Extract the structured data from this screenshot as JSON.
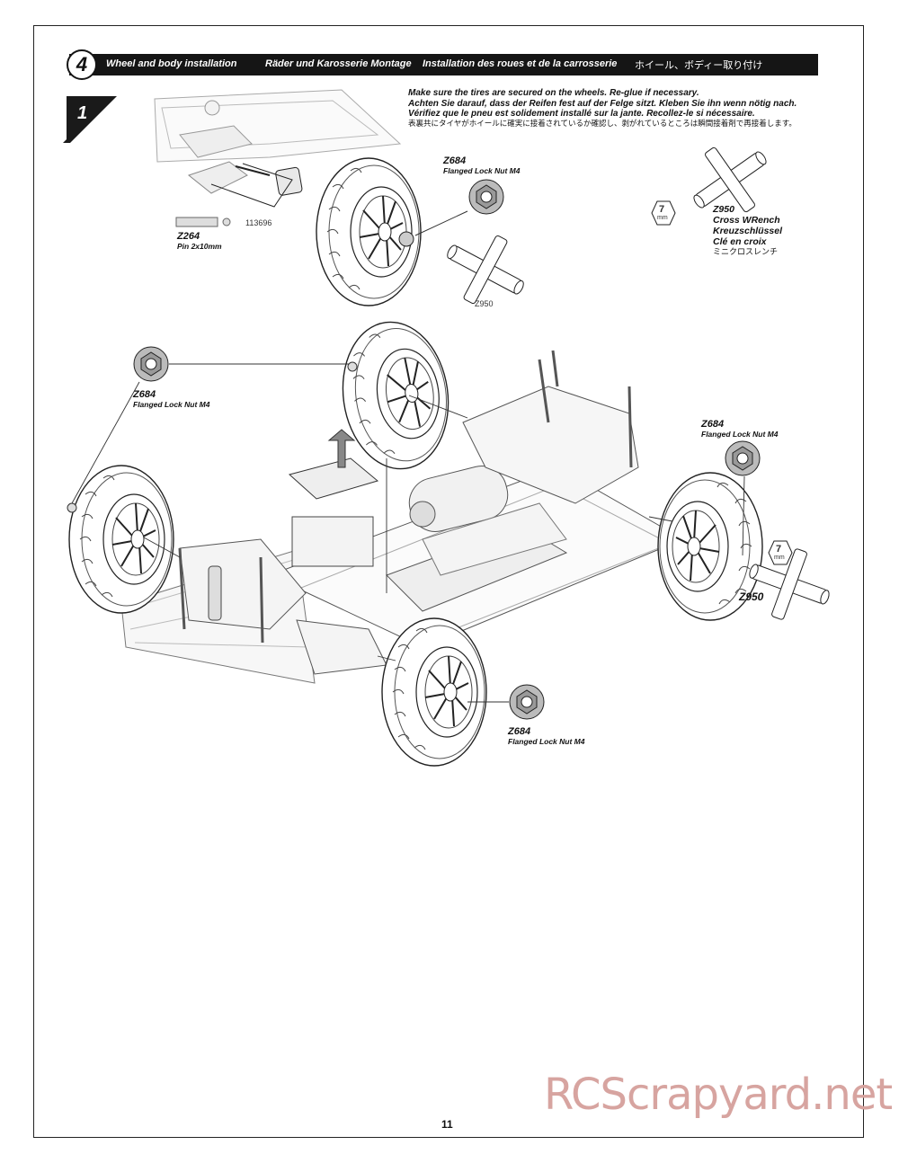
{
  "header": {
    "step_number": "4",
    "title_en": "Wheel and body installation",
    "title_de": "Räder und Karosserie Montage",
    "title_fr": "Installation des roues et de la carrosserie",
    "title_jp": "ホイール、ボディー取り付け"
  },
  "substep": {
    "number": "1"
  },
  "note": {
    "en": "Make sure the tires are secured on the wheels. Re-glue if necessary.",
    "de": "Achten Sie darauf, dass der Reifen fest auf der Felge sitzt. Kleben Sie ihn wenn nötig nach.",
    "fr": "Vérifiez que le pneu est solidement installé sur la jante. Recollez-le si nécessaire.",
    "jp": "表裏共にタイヤがホイールに確実に接着されているか確認し、剥がれているところは瞬間接着剤で再接着します。"
  },
  "parts": {
    "pin_code": "Z264",
    "pin_name": "Pin 2x10mm",
    "hex_code": "113696",
    "nut_code": "Z684",
    "nut_name": "Flanged Lock Nut M4",
    "wrench_code": "Z950",
    "wrench_en": "Cross WRench",
    "wrench_de": "Kreuzschlüssel",
    "wrench_fr": "Clé en croix",
    "wrench_jp": "ミニクロスレンチ"
  },
  "tool_size": {
    "value": "7",
    "unit": "mm"
  },
  "watermark": "RCScrapyard.net",
  "page_number": "11"
}
